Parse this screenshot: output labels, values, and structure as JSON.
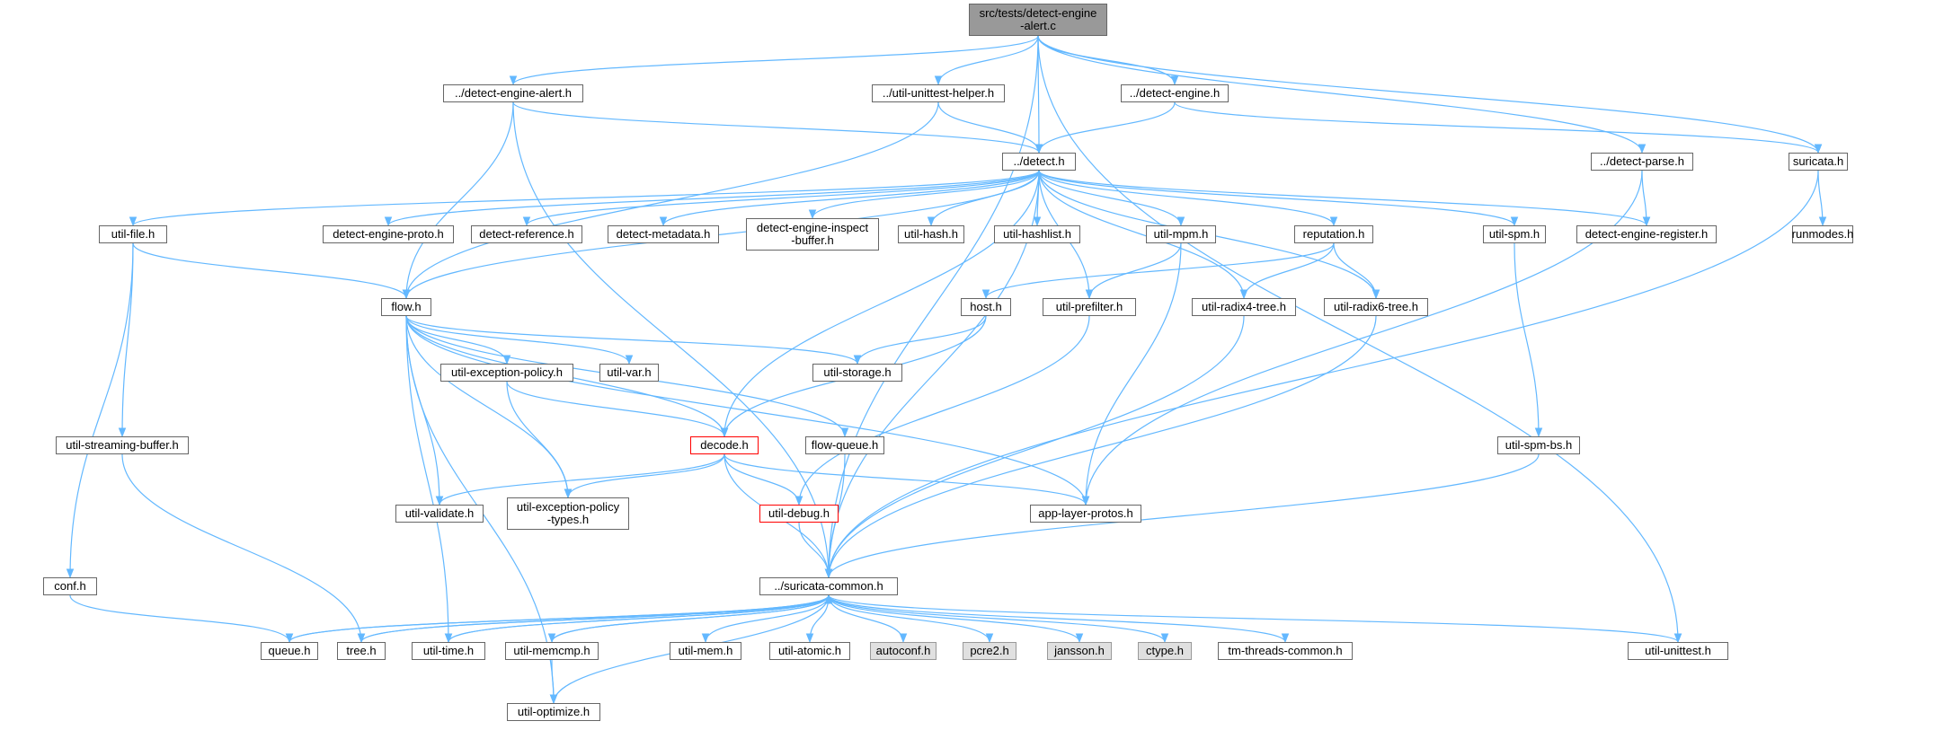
{
  "colors": {
    "edge": "#63b8ff",
    "root_fill": "#999999",
    "missing_fill": "#e0e0e0",
    "border": "#666666",
    "highlight_border": "#ff0000"
  },
  "nodes": {
    "root": "src/tests/detect-engine\n-alert.c",
    "detect_engine_alert_h": "../detect-engine-alert.h",
    "util_unittest_helper_h": "../util-unittest-helper.h",
    "detect_engine_h": "../detect-engine.h",
    "detect_h": "../detect.h",
    "detect_parse_h": "../detect-parse.h",
    "suricata_h": "suricata.h",
    "util_file_h": "util-file.h",
    "detect_engine_proto_h": "detect-engine-proto.h",
    "detect_reference_h": "detect-reference.h",
    "detect_metadata_h": "detect-metadata.h",
    "detect_engine_inspect_buffer_h": "detect-engine-inspect\n-buffer.h",
    "util_hash_h": "util-hash.h",
    "util_hashlist_h": "util-hashlist.h",
    "util_mpm_h": "util-mpm.h",
    "reputation_h": "reputation.h",
    "util_spm_h": "util-spm.h",
    "detect_engine_register_h": "detect-engine-register.h",
    "runmodes_h": "runmodes.h",
    "flow_h": "flow.h",
    "host_h": "host.h",
    "util_prefilter_h": "util-prefilter.h",
    "util_radix4_tree_h": "util-radix4-tree.h",
    "util_radix6_tree_h": "util-radix6-tree.h",
    "util_exception_policy_h": "util-exception-policy.h",
    "util_var_h": "util-var.h",
    "util_storage_h": "util-storage.h",
    "util_streaming_buffer_h": "util-streaming-buffer.h",
    "decode_h": "decode.h",
    "flow_queue_h": "flow-queue.h",
    "util_spm_bs_h": "util-spm-bs.h",
    "util_validate_h": "util-validate.h",
    "util_exception_policy_types_h": "util-exception-policy\n-types.h",
    "util_debug_h": "util-debug.h",
    "app_layer_protos_h": "app-layer-protos.h",
    "conf_h": "conf.h",
    "suricata_common_h": "../suricata-common.h",
    "queue_h": "queue.h",
    "tree_h": "tree.h",
    "util_time_h": "util-time.h",
    "util_memcmp_h": "util-memcmp.h",
    "util_mem_h": "util-mem.h",
    "util_atomic_h": "util-atomic.h",
    "autoconf_h": "autoconf.h",
    "pcre2_h": "pcre2.h",
    "jansson_h": "jansson.h",
    "ctype_h": "ctype.h",
    "tm_threads_common_h": "tm-threads-common.h",
    "util_unittest_h": "util-unittest.h",
    "util_optimize_h": "util-optimize.h"
  }
}
